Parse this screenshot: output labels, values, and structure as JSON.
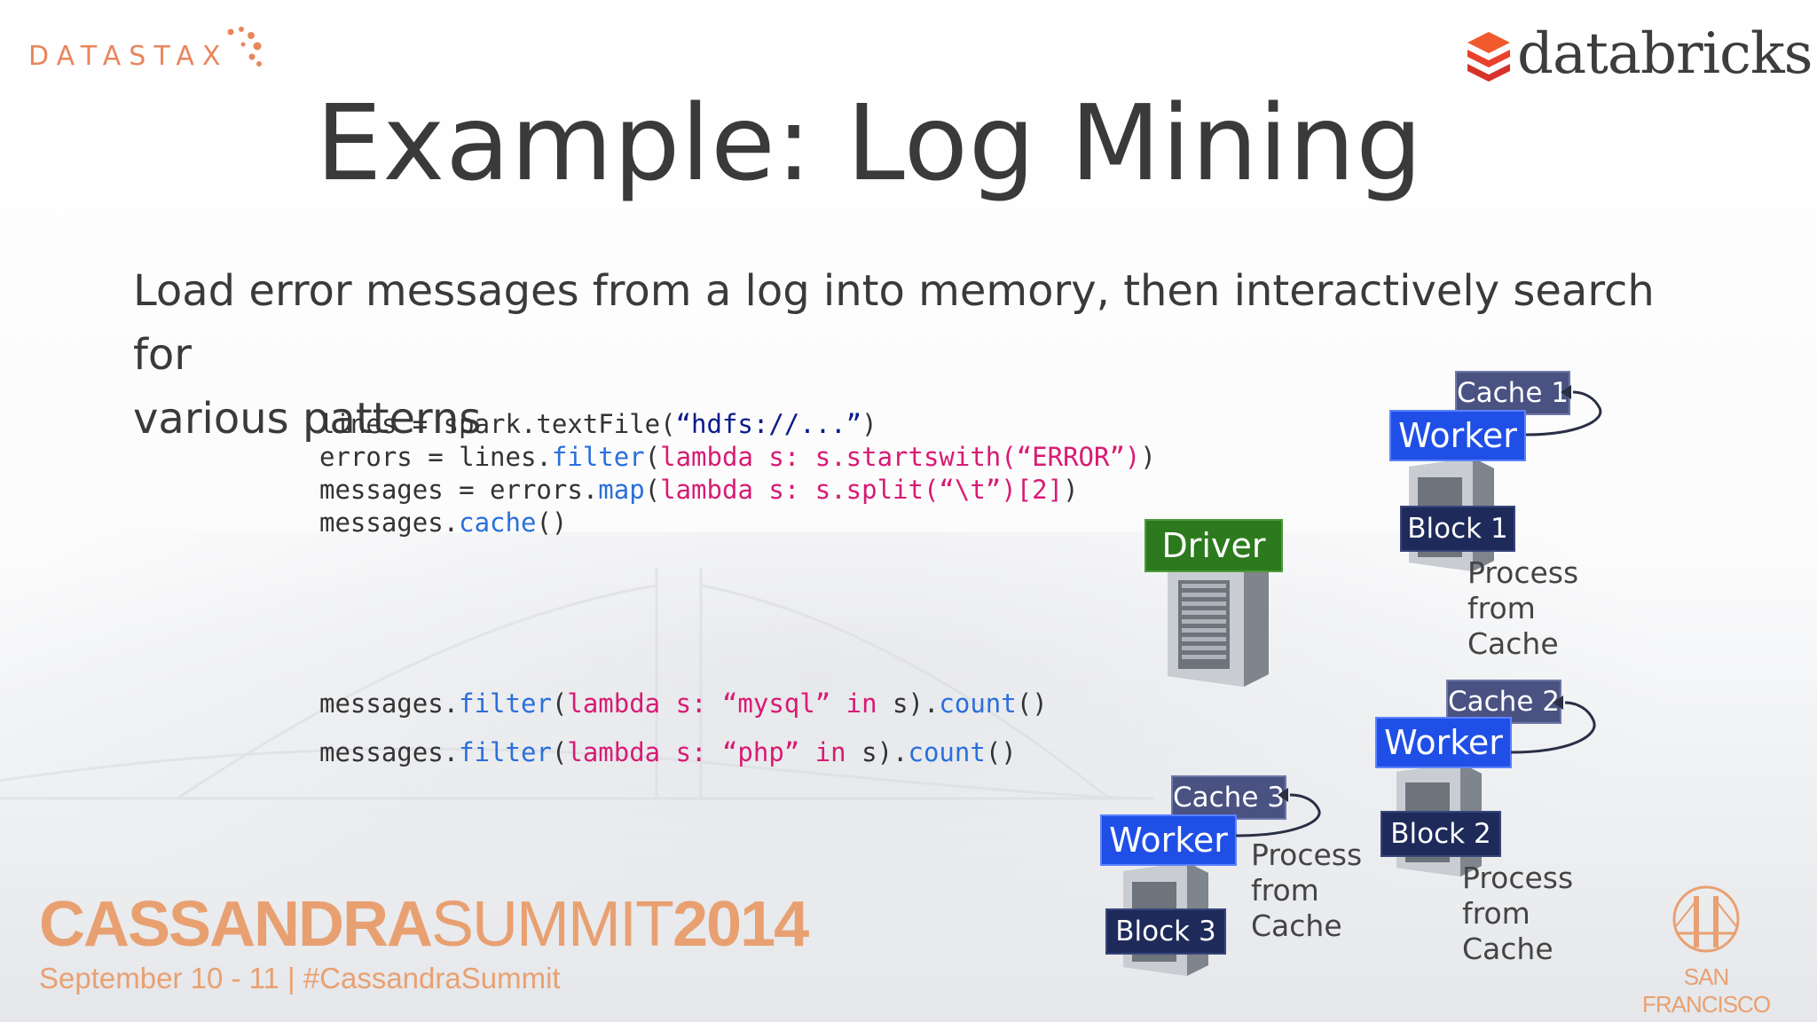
{
  "brand": {
    "datastax": "DATASTAX",
    "databricks": "databricks",
    "datastax_color": "#e8865c",
    "databricks_color": "#e8412c"
  },
  "slide": {
    "title": "Example: Log Mining",
    "subtitle_line1": "Load error messages from a log into memory, then interactively search for",
    "subtitle_line2": "various patterns"
  },
  "code": {
    "block1": [
      [
        {
          "t": "lines = spark.textFile(",
          "c": "plain"
        },
        {
          "t": "“hdfs://...”",
          "c": "str"
        },
        {
          "t": ")",
          "c": "plain"
        }
      ],
      [
        {
          "t": "errors = lines.",
          "c": "plain"
        },
        {
          "t": "filter",
          "c": "call"
        },
        {
          "t": "(",
          "c": "plain"
        },
        {
          "t": "lambda s: s.startswith(“ERROR”)",
          "c": "kw"
        },
        {
          "t": ")",
          "c": "plain"
        }
      ],
      [
        {
          "t": "messages = errors.",
          "c": "plain"
        },
        {
          "t": "map",
          "c": "call"
        },
        {
          "t": "(",
          "c": "plain"
        },
        {
          "t": "lambda s: s.split(“\\t”)[2]",
          "c": "kw"
        },
        {
          "t": ")",
          "c": "plain"
        }
      ],
      [
        {
          "t": "messages.",
          "c": "plain"
        },
        {
          "t": "cache",
          "c": "call"
        },
        {
          "t": "()",
          "c": "plain"
        }
      ]
    ],
    "block2": [
      [
        {
          "t": "messages.",
          "c": "plain"
        },
        {
          "t": "filter",
          "c": "call"
        },
        {
          "t": "(",
          "c": "plain"
        },
        {
          "t": "lambda s: “mysql” in",
          "c": "kw"
        },
        {
          "t": " s).",
          "c": "plain"
        },
        {
          "t": "count",
          "c": "call"
        },
        {
          "t": "()",
          "c": "plain"
        }
      ],
      [
        {
          "t": "messages.",
          "c": "plain"
        },
        {
          "t": "filter",
          "c": "call"
        },
        {
          "t": "(",
          "c": "plain"
        },
        {
          "t": "lambda s: “php” in",
          "c": "kw"
        },
        {
          "t": " s).",
          "c": "plain"
        },
        {
          "t": "count",
          "c": "call"
        },
        {
          "t": "()",
          "c": "plain"
        }
      ]
    ]
  },
  "diagram": {
    "driver": "Driver",
    "workers": [
      {
        "cache": "Cache 1",
        "worker": "Worker",
        "block": "Block 1",
        "process": [
          "Process",
          "from",
          "Cache"
        ]
      },
      {
        "cache": "Cache 2",
        "worker": "Worker",
        "block": "Block 2",
        "process": [
          "Process",
          "from",
          "Cache"
        ]
      },
      {
        "cache": "Cache 3",
        "worker": "Worker",
        "block": "Block 3",
        "process": [
          "Process",
          "from",
          "Cache"
        ]
      }
    ]
  },
  "footer": {
    "event_bold": "CASSANDRA",
    "event_thin": "SUMMIT",
    "event_year": "2014",
    "event_date": "September 10 - 11  |  #CassandraSummit",
    "city": "SAN FRANCISCO",
    "accent": "#e9a071"
  },
  "icons": {
    "server": "server-tower-icon",
    "cache_arrow": "curved-arrow-icon",
    "bridge": "golden-gate-bridge-icon",
    "databricks_logo": "databricks-stack-icon",
    "datastax_dots": "datastax-dots-icon"
  }
}
